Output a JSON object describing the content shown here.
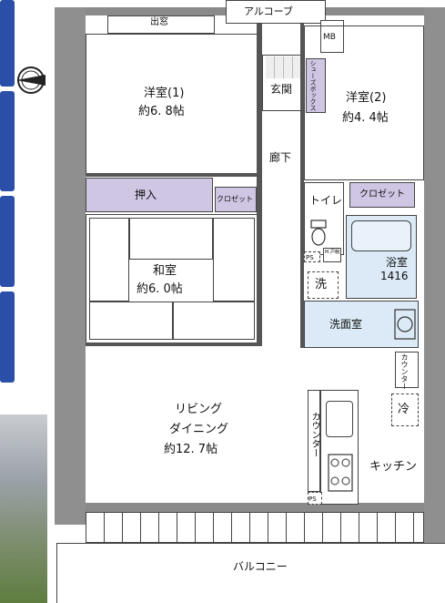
{
  "rooms": {
    "bedroom1": {
      "name": "洋室(1)",
      "size": "約6. 8帖"
    },
    "bedroom2": {
      "name": "洋室(2)",
      "size": "約4. 4帖"
    },
    "washitsu": {
      "name": "和室",
      "size": "約6. 0帖"
    },
    "ldk": {
      "line1": "リビング",
      "line2": "ダイニング",
      "size": "約12. 7帖"
    },
    "kitchen": "キッチン",
    "bathroom": {
      "name": "浴室",
      "size": "1416"
    },
    "washroom": "洗面室",
    "toilet": "トイレ",
    "hall": "廊下",
    "entrance": "玄関",
    "balcony": "バルコニー"
  },
  "labels": {
    "demado": "出窓",
    "alcove": "アルコーブ",
    "mb": "MB",
    "shoes_box": "シューズボックス",
    "oshiire": "押入",
    "closet": "クロゼット",
    "closet2": "クロゼット",
    "ps1": "PS",
    "ps2": "PS",
    "mt": "M.戸棚",
    "wash": "洗",
    "counter_kitchen": "カウンター",
    "counter_wall": "カウンター",
    "fridge": "冷",
    "north": "N"
  },
  "colors": {
    "wall": "#8a8a8a",
    "closet": "#cfc6e4",
    "wet_area": "#dbeaf6",
    "photo_blue": "#2b4fa8"
  }
}
